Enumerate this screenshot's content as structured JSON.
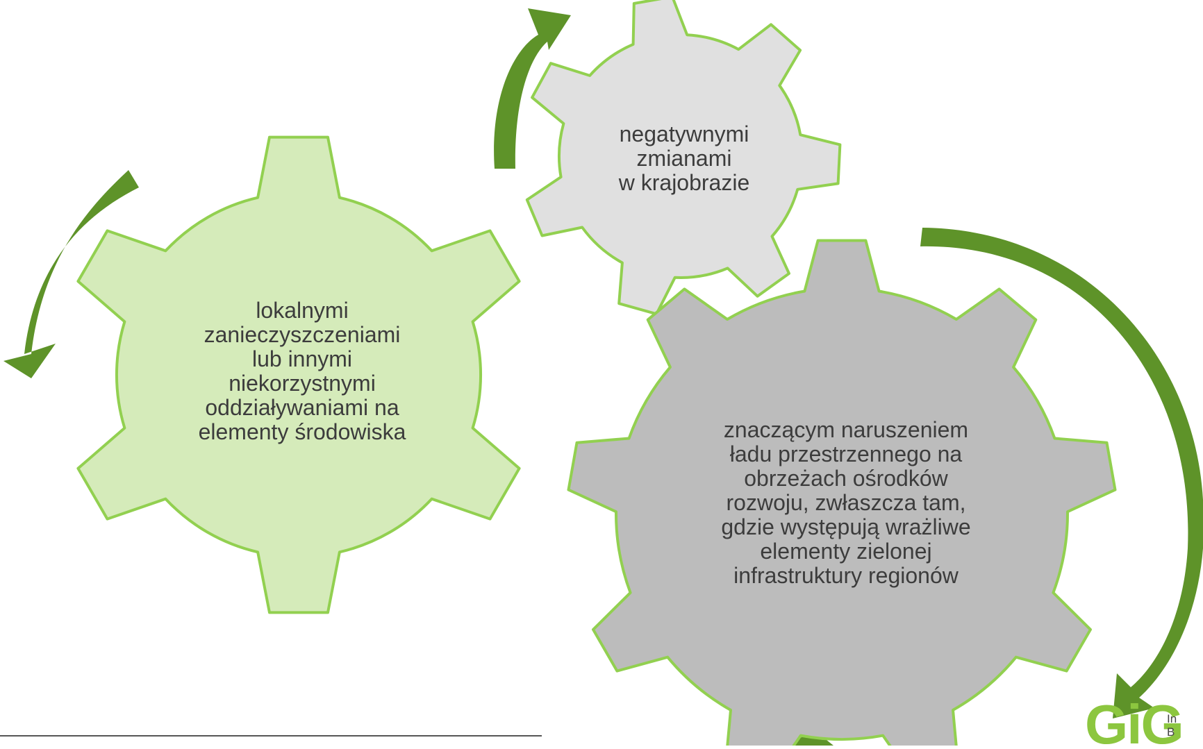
{
  "gears": {
    "left": {
      "text": "lokalnymi\nzanieczyszczeniami\nlub innymi\nniekorzystnymi\noddziaływaniami na\nelementy środowiska"
    },
    "top": {
      "text": "negatywnymi\nzmianami\nw krajobrazie"
    },
    "big": {
      "text": "znaczącym naruszeniem\nładu przestrzennego na\nobrzeżach ośrodków\nrozwoju, zwłaszcza tam,\ngdzie występują wrażliwe\nelementy zielonej\ninfrastruktury regionów"
    }
  },
  "logo": {
    "letters": "GiG",
    "subtitle": "In\nB"
  },
  "colors": {
    "arrow": "#5e9329",
    "gear_outline": "#92d050",
    "gear_left_fill": "#d5ebba",
    "gear_top_fill": "#e0e0e0",
    "gear_big_fill": "#bcbcbc",
    "divider": "#555555",
    "logo": "#8cc63f"
  }
}
